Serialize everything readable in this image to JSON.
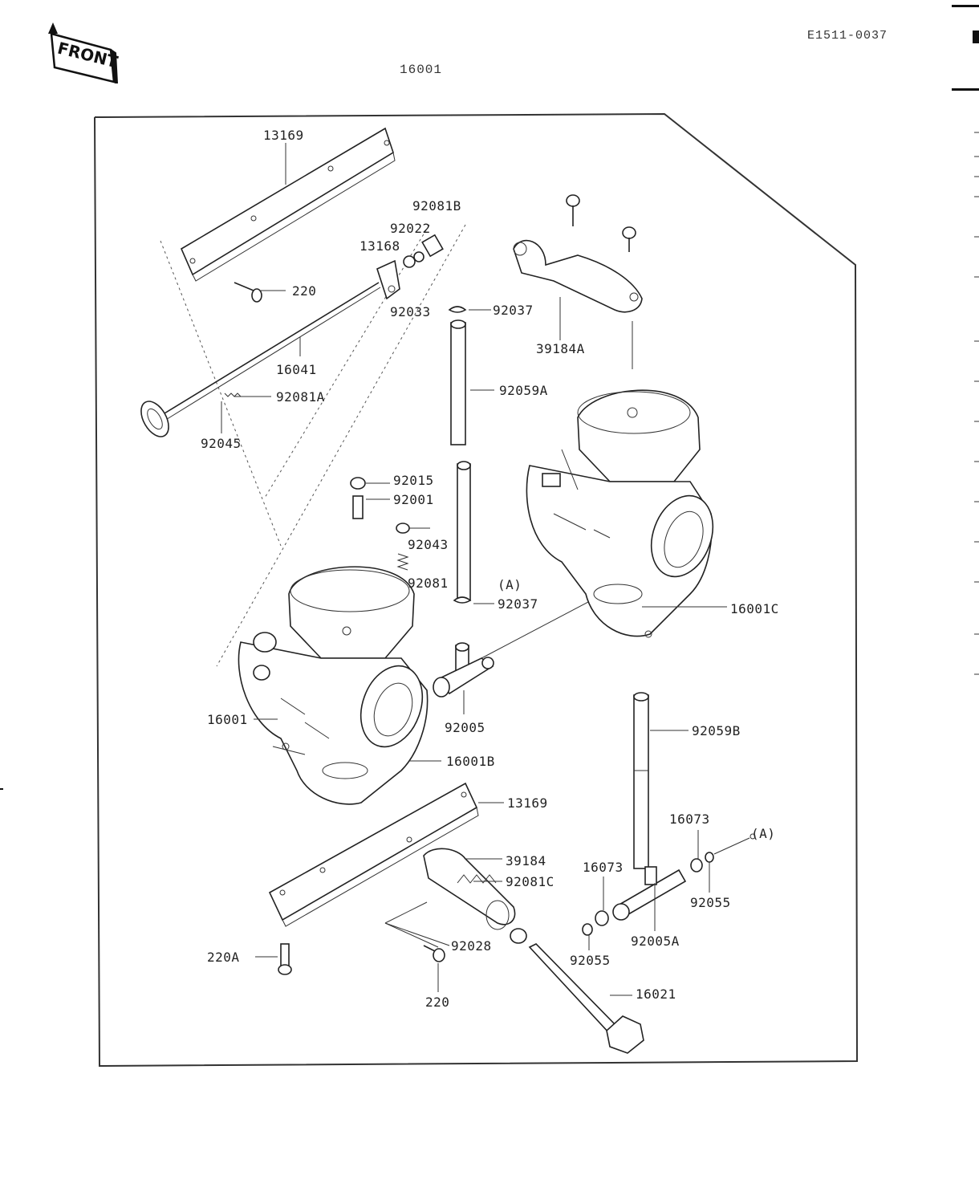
{
  "header": {
    "badge_text": "FRONT",
    "doc_code": "E1511-0037",
    "assembly_number": "16001"
  },
  "diagram": {
    "labels": {
      "l13169a": "13169",
      "l92081b": "92081B",
      "l92022": "92022",
      "l13168": "13168",
      "l220a": "220",
      "l92033": "92033",
      "l92037a": "92037",
      "l39184a": "39184A",
      "l16041": "16041",
      "l92059a": "92059A",
      "l92081a": "92081A",
      "l92045": "92045",
      "l92015": "92015",
      "l92001": "92001",
      "l92043": "92043",
      "l92081": "92081",
      "lA1": "(A)",
      "l92037b": "92037",
      "l16001c": "16001C",
      "l92005": "92005",
      "l16001": "16001",
      "l16001b": "16001B",
      "l92059b": "92059B",
      "l13169b": "13169",
      "l16073a": "16073",
      "lA2": "(A)",
      "l39184": "39184",
      "l92081c": "92081C",
      "l16073b": "16073",
      "l92055a": "92055",
      "l220a2": "220A",
      "l92028": "92028",
      "l92055b": "92055",
      "l92005a": "92005A",
      "l220b": "220",
      "l16021": "16021"
    }
  }
}
